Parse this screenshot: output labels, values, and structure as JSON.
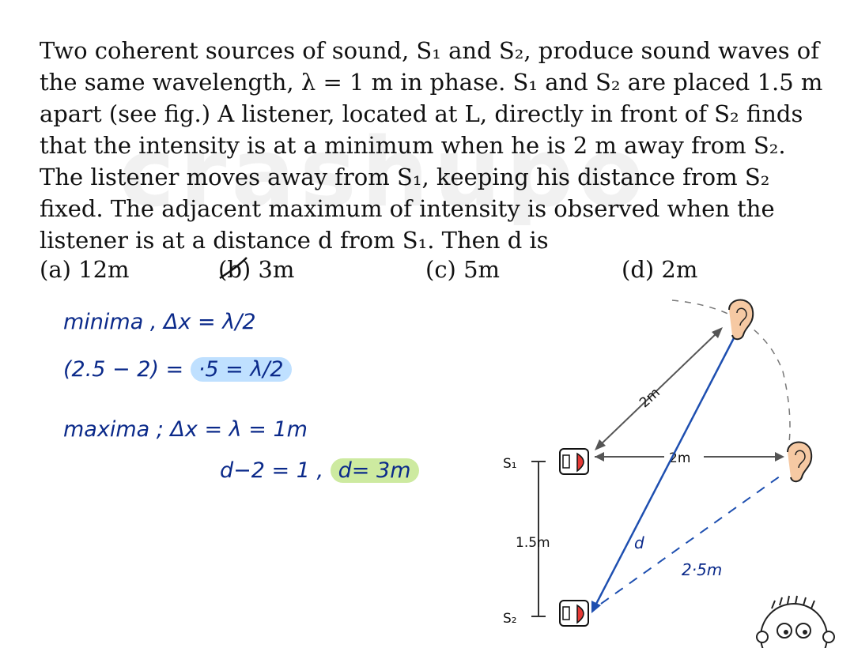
{
  "question": {
    "lines": [
      "Two coherent sources of sound, S₁ and S₂, produce sound waves of",
      "the same wavelength, λ = 1 m in phase. S₁ and S₂ are placed 1.5 m",
      "apart (see fig.) A listener, located at L, directly in front of S₂ finds",
      "that the intensity is at a minimum when he is 2 m away from S₂.",
      "The listener moves away from S₁, keeping his distance from S₂",
      "fixed. The adjacent maximum of intensity is observed when the",
      "listener is at a distance d from S₁. Then d is"
    ]
  },
  "options": {
    "a": "(a) 12m",
    "b": "(b) 3m",
    "c": "(c) 5m",
    "d": "(d) 2m"
  },
  "watermark": "crashupo",
  "solution": {
    "minima_line": "minima ,  Δx = λ/2",
    "minima_calc_left": "(2.5 − 2) = ",
    "minima_calc_hl": "·5 = λ/2",
    "maxima_line": "maxima ;  Δx = λ = 1m",
    "maxima_calc_left": "d−2 = 1 ,",
    "maxima_calc_hl": "d= 3m"
  },
  "diagram": {
    "s1_label": "S₁",
    "s2_label": "S₂",
    "sep_label": "1.5m",
    "dist_2m_top": "2m",
    "dist_2m_mid": "2m",
    "dist_25": "2·5m",
    "d_label": "d"
  },
  "colors": {
    "ink_blue": "#0b2a8a",
    "highlight_blue": "#bfe0ff",
    "highlight_green": "#cdeaa0",
    "speaker_red": "#e53935",
    "ear_skin": "#f6c9a3"
  }
}
